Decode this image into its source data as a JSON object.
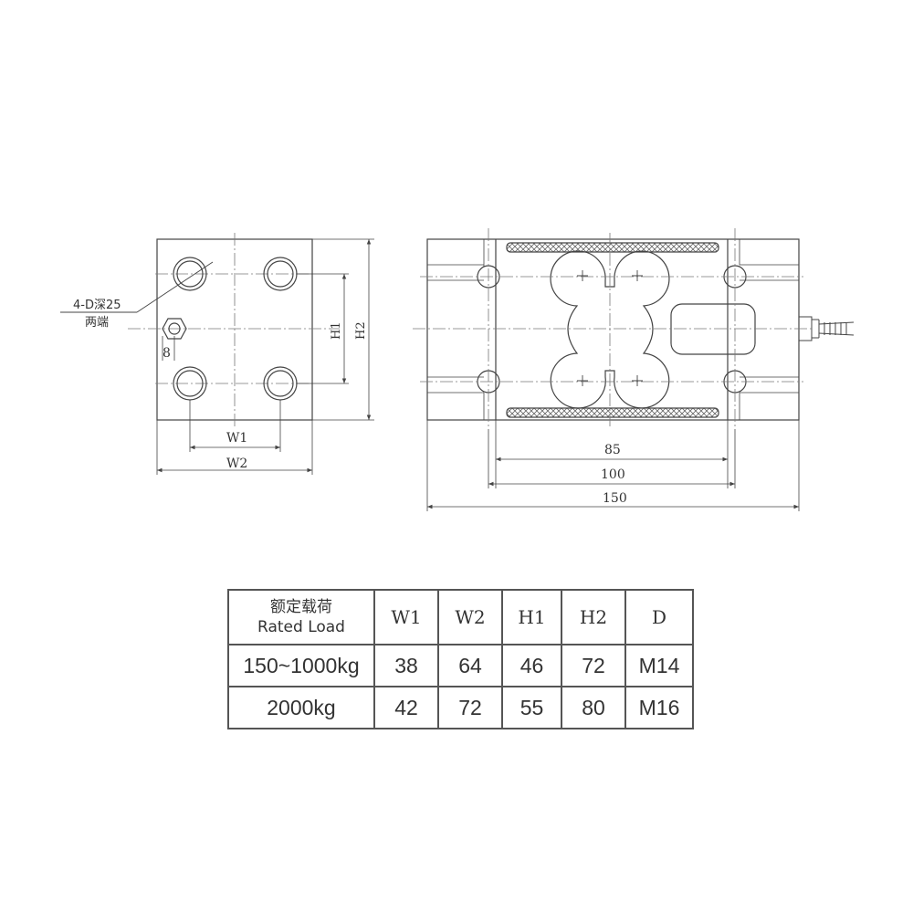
{
  "drawing": {
    "left_view": {
      "hole_note_line1": "4-D深25",
      "hole_note_line2": "两端",
      "offset_label": "8",
      "w1_label": "W1",
      "w2_label": "W2",
      "h1_label": "H1",
      "h2_label": "H2"
    },
    "right_view": {
      "dim_85": "85",
      "dim_100": "100",
      "dim_150": "150"
    }
  },
  "table": {
    "header": {
      "load_cn": "额定载荷",
      "load_en": "Rated Load",
      "cols": [
        "W1",
        "W2",
        "H1",
        "H2",
        "D"
      ]
    },
    "rows": [
      {
        "load": "150~1000kg",
        "cells": [
          "38",
          "64",
          "46",
          "72",
          "M14"
        ]
      },
      {
        "load": "2000kg",
        "cells": [
          "42",
          "72",
          "55",
          "80",
          "M16"
        ]
      }
    ]
  }
}
